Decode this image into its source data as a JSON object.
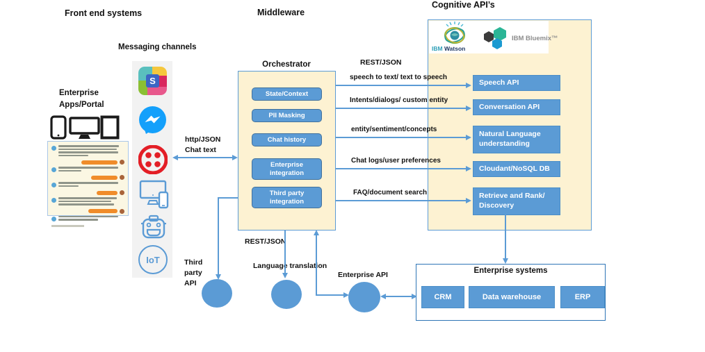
{
  "header": {
    "front_end": "Front end systems",
    "middleware": "Middleware",
    "cognitive": "Cognitive API’s"
  },
  "front_end": {
    "enterprise_apps_label": "Enterprise\nApps/Portal",
    "messaging_channels_label": "Messaging channels",
    "channel_icons": [
      "slack",
      "facebook-messenger",
      "twilio",
      "desktop-mobile",
      "chatbot",
      "iot"
    ],
    "iot_label": "IoT",
    "slack_letter": "S"
  },
  "middleware": {
    "orchestrator_title": "Orchestrator",
    "components": [
      "State/Context",
      "PII Masking",
      "Chat history",
      "Enterprise integration",
      "Third party integration"
    ]
  },
  "cognitive": {
    "watson_ibm": "IBM",
    "watson_name": "Watson",
    "bluemix_logo": "IBM Bluemix™",
    "apis": [
      "Speech API",
      "Conversation API",
      "Natural Language understanding",
      "Cloudant/NoSQL DB",
      "Retrieve and Rank/ Discovery"
    ]
  },
  "flow_labels": {
    "http_json_line1": "http/JSON",
    "http_json_line2": "Chat text",
    "rest_json_top": "REST/JSON",
    "rest_json_bottom": "REST/JSON",
    "orchestrator_to_cognitive": [
      "speech to text/ text to speech",
      "Intents/dialogs/ custom entity",
      "entity/sentiment/concepts",
      "Chat logs/user preferences",
      "FAQ/document search"
    ]
  },
  "bottom": {
    "third_party_api_label": "Third party API",
    "language_translation_label": "Language translation",
    "enterprise_api_label": "Enterprise API",
    "enterprise_systems": {
      "title": "Enterprise systems",
      "items": [
        "CRM",
        "Data warehouse",
        "ERP"
      ]
    }
  },
  "colors": {
    "accent_blue": "#5B9BD5",
    "cream_fill": "#FDF2D2",
    "enterprise_border": "#2E75B6",
    "strip_gray": "#F2F2F2",
    "twilio_red": "#E31E26",
    "messenger_blue": "#0A7CFF",
    "orange_pill": "#F08C2A"
  }
}
